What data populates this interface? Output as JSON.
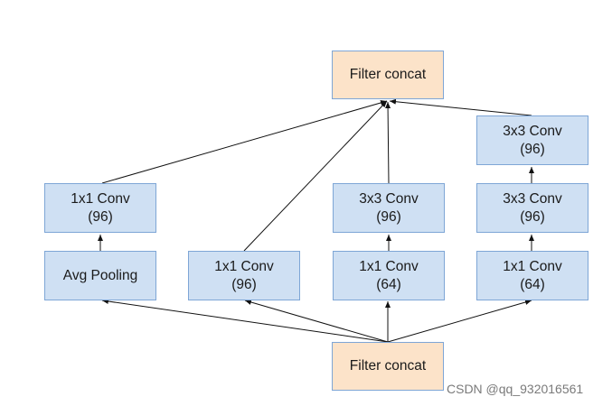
{
  "boxes": {
    "concat_top": {
      "label": "Filter concat"
    },
    "concat_bottom": {
      "label": "Filter concat"
    },
    "b1_conv": {
      "line1": "1x1 Conv",
      "line2": "(96)"
    },
    "b1_pool": {
      "label": "Avg Pooling"
    },
    "b2_conv": {
      "line1": "1x1 Conv",
      "line2": "(96)"
    },
    "b3_conv3": {
      "line1": "3x3 Conv",
      "line2": "(96)"
    },
    "b3_conv1": {
      "line1": "1x1 Conv",
      "line2": "(64)"
    },
    "b4_conv3a": {
      "line1": "3x3 Conv",
      "line2": "(96)"
    },
    "b4_conv3b": {
      "line1": "3x3 Conv",
      "line2": "(96)"
    },
    "b4_conv1": {
      "line1": "1x1 Conv",
      "line2": "(64)"
    }
  },
  "watermark": "CSDN @qq_932016561",
  "colors": {
    "conv_fill": "#cfe0f3",
    "concat_fill": "#fce3c9",
    "border": "#7ea6d6",
    "edge": "#111111"
  }
}
